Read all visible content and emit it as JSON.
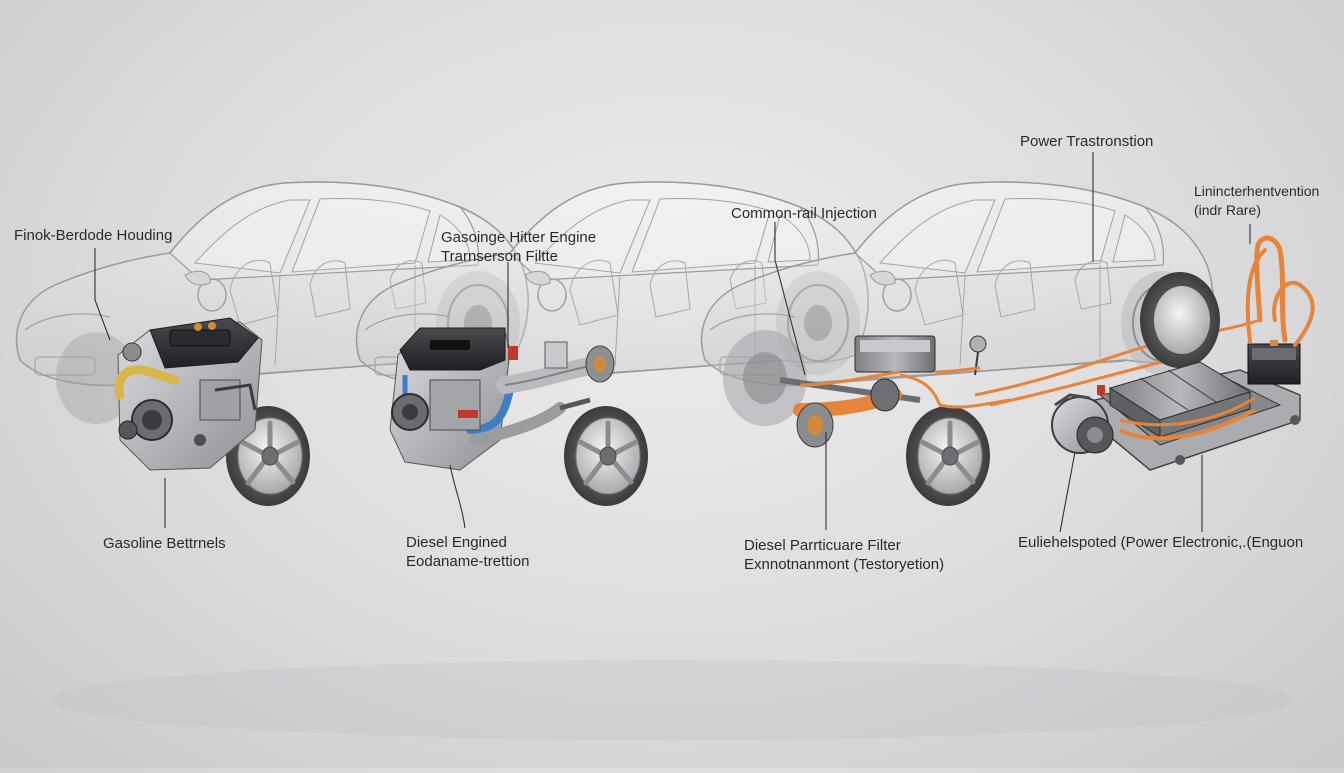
{
  "diagram": {
    "labels": {
      "finok_berdode": "Finok-Berdode Houding",
      "gasoline_hitter_1": "Gasoinge Hitter Engine",
      "gasoline_hitter_2": "Trarnserson Filtte",
      "common_rail": "Common-rail Injection",
      "power_trans": "Power Trastronstion",
      "linter_1": "Linincterhentvention",
      "linter_2": "(indr Rare)",
      "gasoline_bettrnels": "Gasoline Bettrnels",
      "diesel_engined_1": "Diesel Engined",
      "diesel_engined_2": "Eodaname-trettion",
      "diesel_particulate_1": "Diesel Parrticuare Filter",
      "diesel_particulate_2": "Exnnotnanmont (Testoryetion)",
      "eulie_power": "Euliehelspoted (Power Electronic,.(Enguon"
    },
    "colors": {
      "background": "#dcdcde",
      "car_outline": "#9a9a9c",
      "cable_orange": "#e8833a",
      "engine_dark": "#2c2d30",
      "hose_blue": "#3f7cc4",
      "hose_yellow": "#d8b64a",
      "accent_red": "#c0392b",
      "leader_line": "#333333"
    }
  }
}
